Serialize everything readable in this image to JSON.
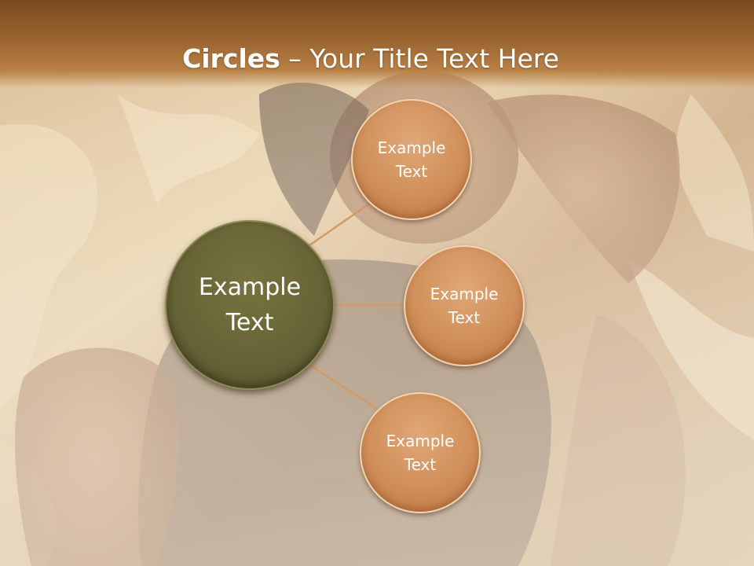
{
  "slide": {
    "title_bold": "Circles",
    "title_rest": " – Your Title Text Here",
    "hub": {
      "label": "Example\nText"
    },
    "satellites": [
      {
        "label": "Example\nText"
      },
      {
        "label": "Example\nText"
      },
      {
        "label": "Example\nText"
      }
    ]
  },
  "colors": {
    "title_bar": "#9a6430",
    "satellite_fill": "#d08f5a",
    "hub_fill": "#666236",
    "connector": "#d49a66",
    "text": "#ffffff"
  },
  "icons": {
    "background": "satin-portrait-photo"
  }
}
